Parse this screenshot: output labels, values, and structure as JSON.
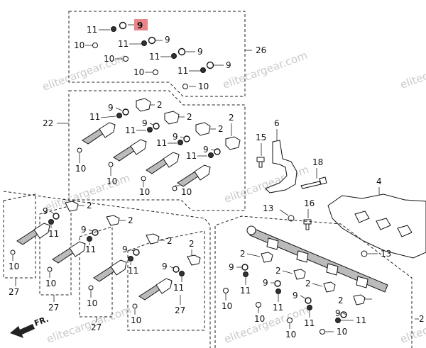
{
  "watermark": "elitecargear.com",
  "direction_label": "FR.",
  "callouts": {
    "c9_highlight": "9",
    "c11a": "11",
    "c10a": "10",
    "c11b": "11",
    "c10b": "10",
    "c11c": "11",
    "c9c": "9",
    "c10c": "10",
    "c11d": "11",
    "c9d": "9",
    "c10d": "10",
    "c26": "26",
    "c22": "22",
    "c9e": "9",
    "c2e": "2",
    "c11e": "11",
    "c2f": "2",
    "c9f": "9",
    "c11f": "11",
    "c2g": "2",
    "c9g": "9",
    "c11g": "11",
    "c2h": "2",
    "c9h": "9",
    "c11h": "11",
    "c10e": "10",
    "c10f": "10",
    "c10g": "10",
    "c10h": "10",
    "c6": "6",
    "c15": "15",
    "c18": "18",
    "c4": "4",
    "c13a": "13",
    "c16": "16",
    "c13b": "13",
    "c2p": "2",
    "c9p": "9",
    "c11p": "11",
    "c10p": "10",
    "c2q": "2",
    "c9q": "9",
    "c11q": "11",
    "c10q": "10",
    "c2r": "2",
    "c9r": "9",
    "c11r": "11",
    "c10r": "10",
    "c2s": "2",
    "c9s": "9",
    "c11s": "11",
    "c10s": "10",
    "c27a": "27",
    "c27b": "27",
    "c27c": "27",
    "c27d": "27",
    "c2t": "2",
    "c9t": "9",
    "c11t": "11",
    "c10t": "10",
    "c2u": "2",
    "c9u": "9",
    "c11u": "11",
    "c10u": "10",
    "c2v": "2",
    "c9v": "9",
    "c11v": "11",
    "c10v": "10",
    "c2w": "2",
    "c9w": "9",
    "c11w": "11",
    "c10w": "10",
    "c2edge": "2"
  },
  "highlight_color": "#e8868a"
}
